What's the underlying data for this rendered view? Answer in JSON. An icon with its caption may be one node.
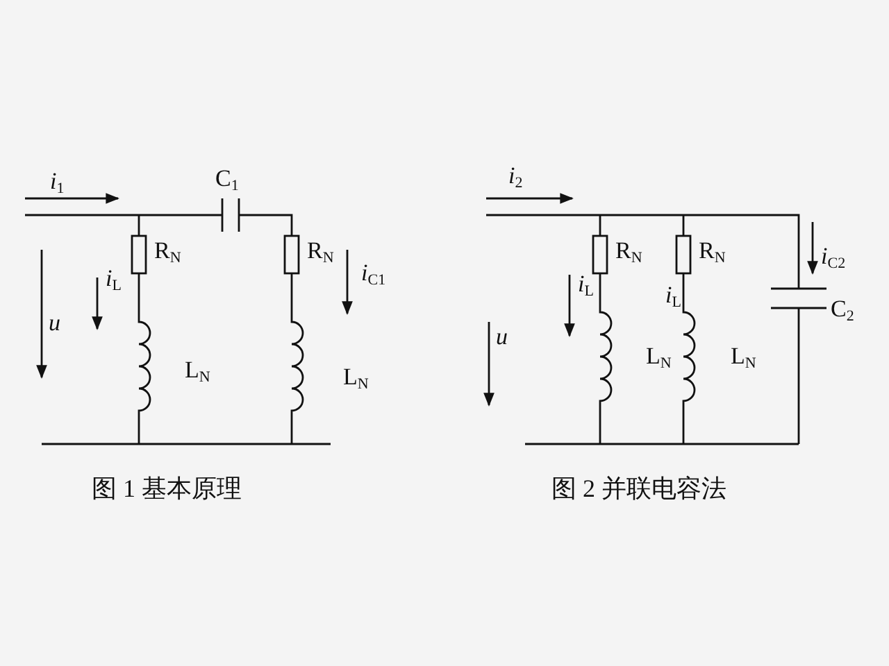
{
  "diagram": {
    "labels": [
      "*i*$_{1}$",
      "C$_{1}$",
      "R$_{N}$",
      "R$_{N}$",
      "*i*$_{L}$",
      "*i*$_{C1}$",
      "u",
      "L$_{N}$",
      "L$_{N}$",
      "图 1  基本原理",
      "*i*$_{2}$",
      "R$_{N}$",
      "R$_{N}$",
      "*i*$_{C2}$",
      "*i*$_{L}$",
      "*i*$_{L}$",
      "C$_{2}$",
      "u",
      "L$_{N}$",
      "L$_{N}$",
      "图 2  并联电容法"
    ]
  }
}
